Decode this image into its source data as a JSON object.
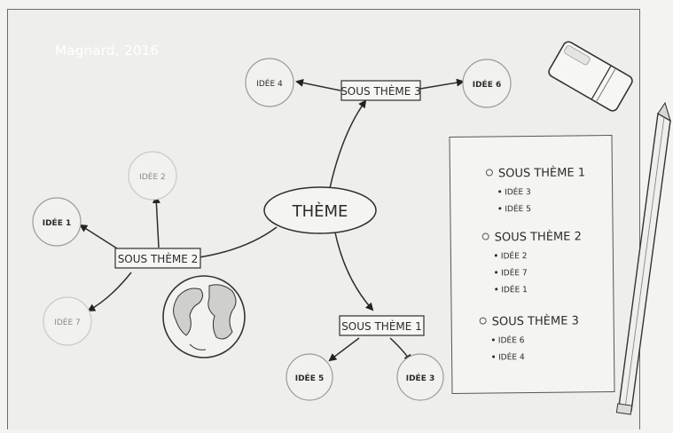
{
  "credit": "Magnard, 2016",
  "diagram": {
    "theme": "THÈME",
    "subthemes": {
      "s1": "SOUS THÈME 1",
      "s2": "SOUS THÈME 2",
      "s3": "SOUS THÈME 3"
    },
    "ideas": {
      "i1": "IDÉE 1",
      "i2": "IDÉE 2",
      "i3": "IDÉE 3",
      "i4": "IDÉE 4",
      "i5": "IDÉE 5",
      "i6": "IDÉE 6",
      "i7": "IDÉE 7"
    }
  },
  "outline": {
    "sections": [
      {
        "title": "SOUS THÈME 1",
        "items": [
          "IDÉE 3",
          "IDÉE 5"
        ]
      },
      {
        "title": "SOUS THÈME 2",
        "items": [
          "IDÉE 2",
          "IDÉE 7",
          "IDÉE 1"
        ]
      },
      {
        "title": "SOUS THÈME 3",
        "items": [
          "IDÉE 6",
          "IDÉE 4"
        ]
      }
    ]
  }
}
